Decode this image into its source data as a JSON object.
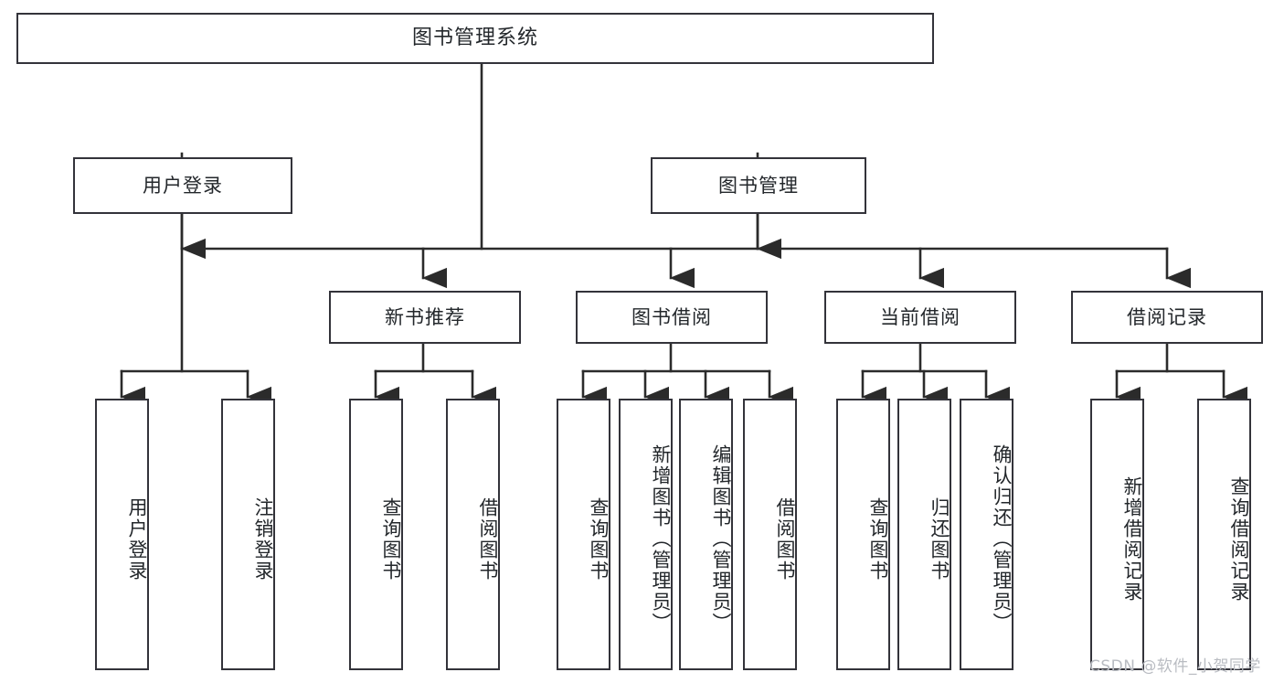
{
  "diagram": {
    "title": "图书管理系统",
    "type": "tree-hierarchy-diagram",
    "root": {
      "id": "root",
      "label": "图书管理系统"
    },
    "level2": [
      {
        "id": "user-login",
        "label": "用户登录"
      },
      {
        "id": "book-manage",
        "label": "图书管理"
      }
    ],
    "level3": [
      {
        "id": "new-book-recommend",
        "label": "新书推荐"
      },
      {
        "id": "book-borrow",
        "label": "图书借阅"
      },
      {
        "id": "current-borrow",
        "label": "当前借阅"
      },
      {
        "id": "borrow-record",
        "label": "借阅记录"
      }
    ],
    "leaves": {
      "user_login": [
        {
          "id": "leaf-user-login",
          "label": "用户登录"
        },
        {
          "id": "leaf-logout-login",
          "label": "注销登录"
        }
      ],
      "new_book_recommend": [
        {
          "id": "leaf-query-book-1",
          "label": "查询图书"
        },
        {
          "id": "leaf-borrow-book-1",
          "label": "借阅图书"
        }
      ],
      "book_borrow": [
        {
          "id": "leaf-query-book-2",
          "label": "查询图书"
        },
        {
          "id": "leaf-add-book",
          "label": "新增图书（管理员）"
        },
        {
          "id": "leaf-edit-book",
          "label": "编辑图书（管理员）"
        },
        {
          "id": "leaf-borrow-book-2",
          "label": "借阅图书"
        }
      ],
      "current_borrow": [
        {
          "id": "leaf-query-book-3",
          "label": "查询图书"
        },
        {
          "id": "leaf-return-book",
          "label": "归还图书"
        },
        {
          "id": "leaf-confirm-return",
          "label": "确认归还（管理员）"
        }
      ],
      "borrow_record": [
        {
          "id": "leaf-add-record",
          "label": "新增借阅记录"
        },
        {
          "id": "leaf-query-record",
          "label": "查询借阅记录"
        }
      ]
    }
  },
  "watermark": {
    "text": "CSDN @软件_小贺同学"
  },
  "colors": {
    "border": "#33333a",
    "text": "#23272b",
    "background": "#ffffff",
    "connector": "#2b2b2b",
    "watermark": "#b9bcc2"
  }
}
